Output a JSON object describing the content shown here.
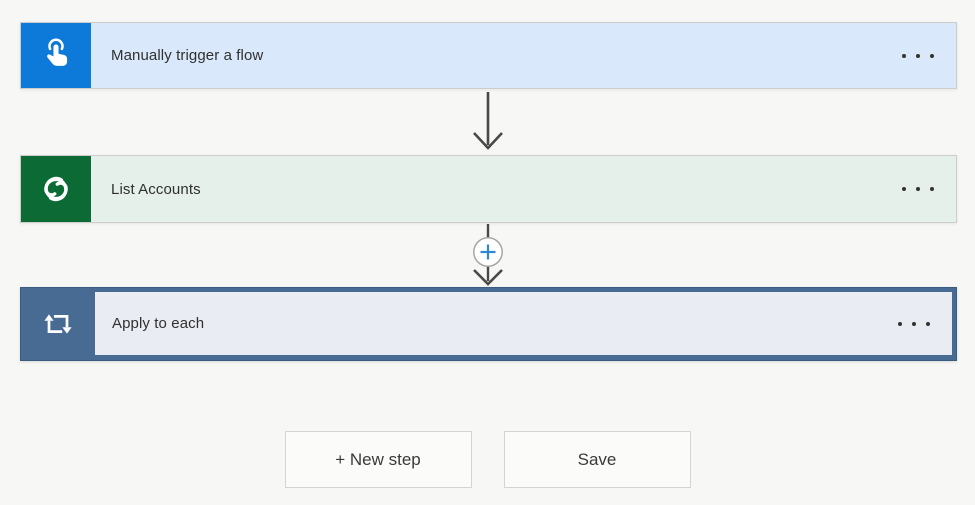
{
  "steps": [
    {
      "id": "manual-trigger",
      "title": "Manually trigger a flow",
      "icon": "touch-tap-icon",
      "icon_bg": "#0d7ad9",
      "body_bg": "#d9e9fb"
    },
    {
      "id": "list-accounts",
      "title": "List Accounts",
      "icon": "dataverse-swirl-icon",
      "icon_bg": "#0c6b35",
      "body_bg": "#e4f0e9"
    },
    {
      "id": "apply-to-each",
      "title": "Apply to each",
      "icon": "repeat-loop-icon",
      "frame_bg": "#486b93",
      "body_bg": "#e9ecf2"
    }
  ],
  "connectors": {
    "arrow_color": "#4a4947",
    "plus_color": "#2f86d3",
    "plus_circle_border": "#a8a6a4"
  },
  "footer": {
    "new_step_label": "+ New step",
    "save_label": "Save"
  },
  "colors": {
    "canvas_bg": "#f7f7f6",
    "card_border": "#cfcdcb",
    "title_text": "#30302f",
    "button_text": "#3b3a39"
  }
}
